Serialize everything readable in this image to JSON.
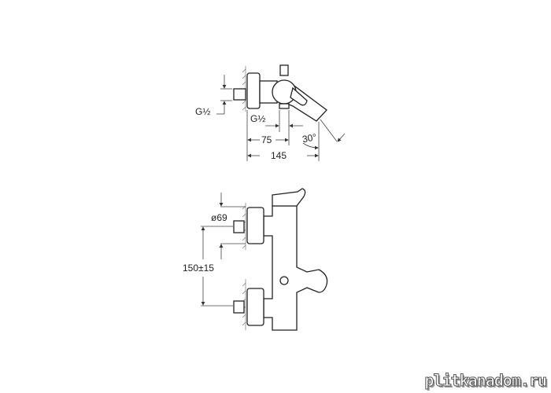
{
  "side_view": {
    "labels": {
      "thread_inlet": "G½",
      "thread_outlet": "G½",
      "dim_75": "75",
      "dim_145": "145",
      "angle": "30°"
    }
  },
  "front_view": {
    "labels": {
      "diameter": "ø69",
      "spacing": "150±15"
    }
  },
  "watermark": "plitkanadom.ru"
}
